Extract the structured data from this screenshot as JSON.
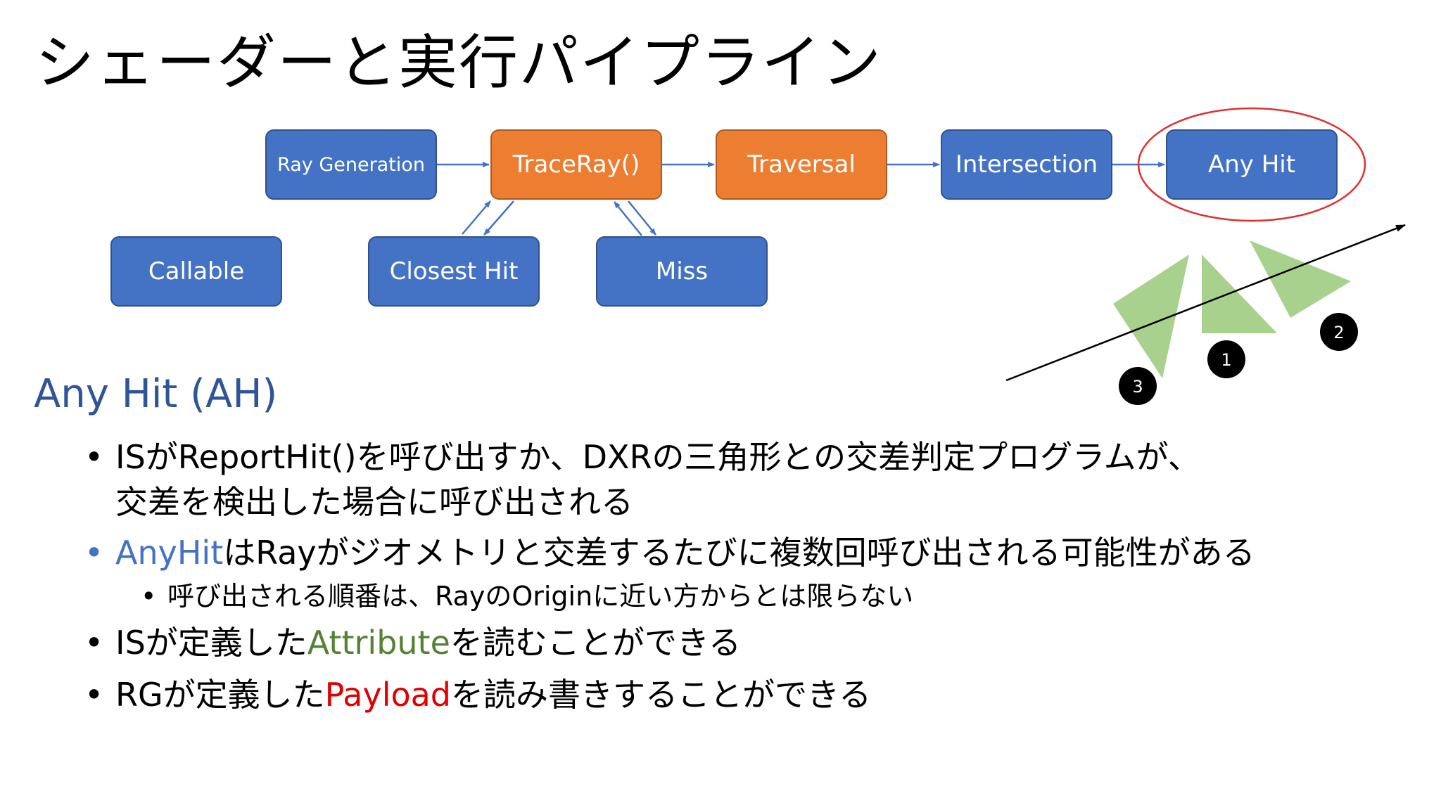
{
  "title": "シェーダーと実行パイプライン",
  "pipeline": {
    "ray_generation": "Ray Generation",
    "trace_ray": "TraceRay()",
    "traversal": "Traversal",
    "intersection": "Intersection",
    "any_hit": "Any Hit",
    "callable": "Callable",
    "closest_hit": "Closest Hit",
    "miss": "Miss"
  },
  "illustration": {
    "labels": [
      "1",
      "2",
      "3"
    ],
    "triangle_color": "#A9D18E",
    "highlight_ellipse_color": "#E03030"
  },
  "section_title": "Any Hit (AH)",
  "bullets": {
    "b1_line1": "ISがReportHit()を呼び出すか、DXRの三角形との交差判定プログラムが、",
    "b1_line2": "交差を検出した場合に呼び出される",
    "b2_highlight": "AnyHit",
    "b2_rest": "はRayがジオメトリと交差するたびに複数回呼び出される可能性がある",
    "b2_sub": "呼び出される順番は、RayのOriginに近い方からとは限らない",
    "b3_pre": "ISが定義した",
    "b3_highlight": "Attribute",
    "b3_post": "を読むことができる",
    "b4_pre": "RGが定義した",
    "b4_highlight": "Payload",
    "b4_post": "を読み書きすることができる"
  },
  "colors": {
    "box_blue": "#4472C4",
    "box_orange": "#ED7D31",
    "title_blue": "#2F5597",
    "attribute_green": "#548235",
    "payload_red": "#E00000"
  }
}
